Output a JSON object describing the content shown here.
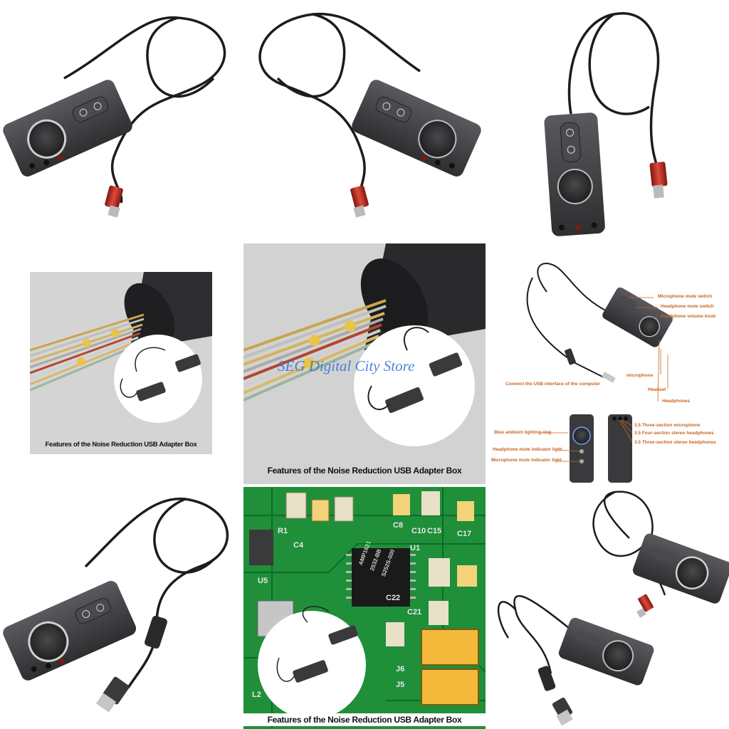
{
  "captions": {
    "left_mid": "Features of the Noise Reduction USB Adapter Box",
    "center_mid": "Features of the Noise Reduction USB Adapter Box",
    "center_bottom": "Features of the Noise Reduction USB Adapter Box"
  },
  "watermark": "SEG Digital City Store",
  "diagram_labels": {
    "mic_mute_switch": "Microphone mute switch",
    "headphone_mute_switch": "Headphone mute switch",
    "headphone_volume_knob": "Headphone volume knob",
    "microphone": "microphone",
    "usb_interface": "Connect the USB interface of the computer",
    "headset": "Headset",
    "headphones": "Headphones",
    "three_section_mic": "3.5 Three-section microphone",
    "four_section_headphones": "3.5 Four-section stereo headphones",
    "three_section_headphones": "3.5 Three-section stereo headphones",
    "blue_ring": "Blue ambient lighting ring",
    "headphone_mute_light": "Headphone mute indicator light",
    "mic_mute_light": "Microphone mute indicator light"
  },
  "pcb_markings": [
    "AMP1621",
    "2532-BB",
    "S252S-000",
    "R1",
    "C4",
    "U5",
    "C22",
    "C21",
    "C17",
    "C10",
    "C15",
    "C8",
    "J6",
    "J5",
    "L2",
    "U1"
  ],
  "colors": {
    "caption": "#111111",
    "label": "#c8641e",
    "watermark": "#2f6fd6",
    "pcb": "#1f8f3a",
    "device": "#3a3a3c",
    "plug": "#c0392b"
  }
}
